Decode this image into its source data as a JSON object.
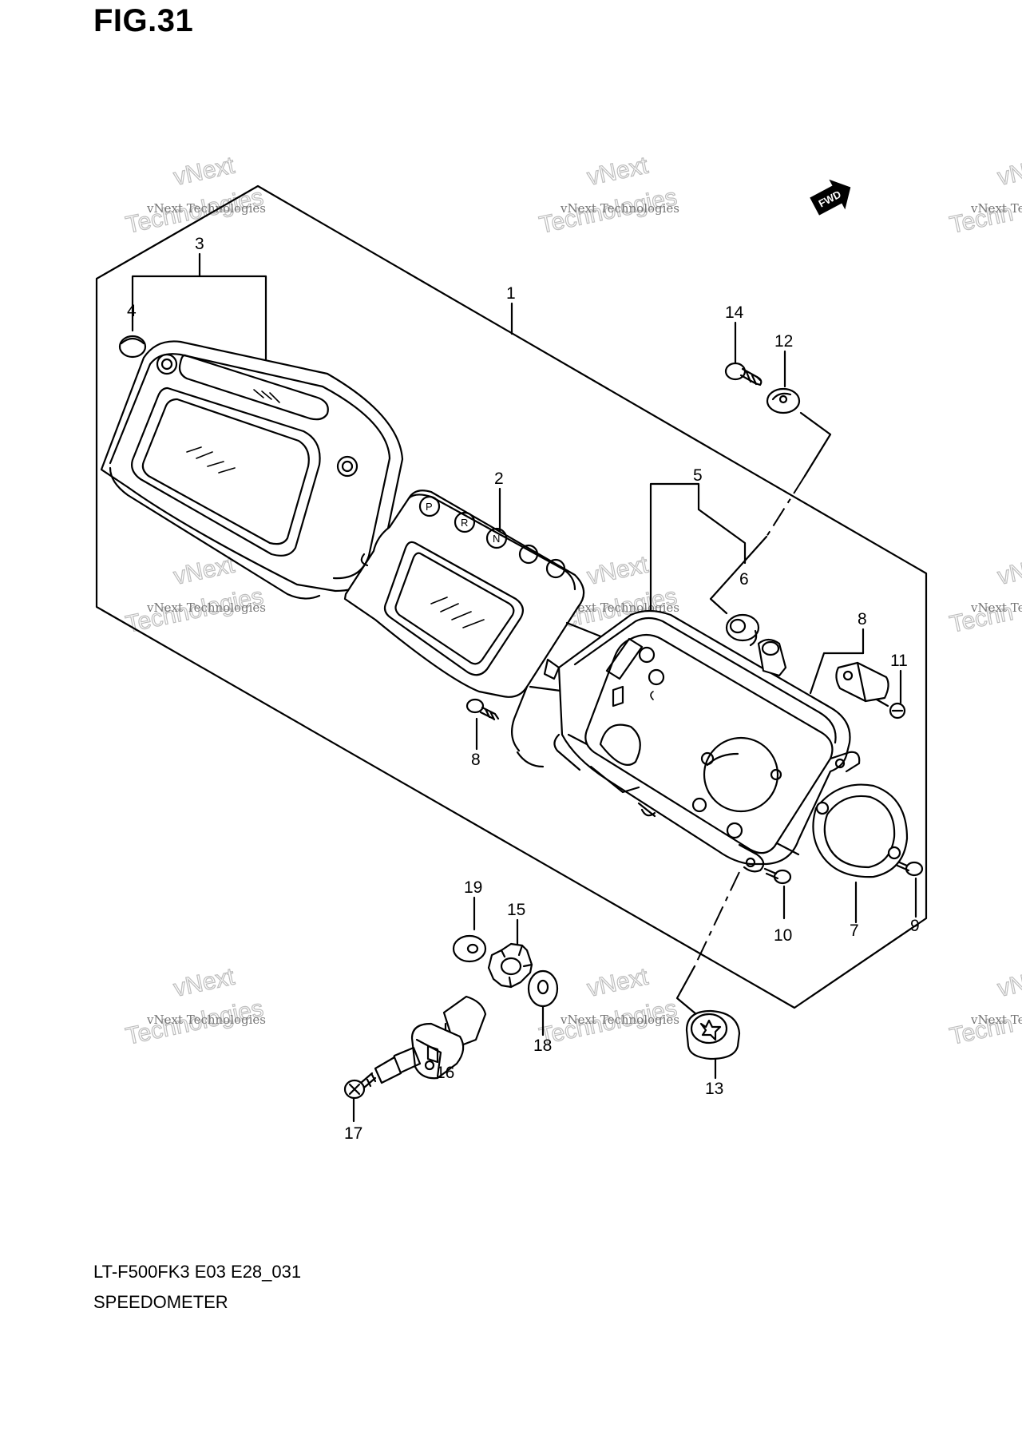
{
  "figure": {
    "title": "FIG.31",
    "model_code": "LT-F500FK3 E03 E28_031",
    "name": "SPEEDOMETER"
  },
  "direction_badge": "FWD",
  "watermark": {
    "line1": "vNext Technologies",
    "line2": "vNext",
    "line3": "Technologies",
    "edge_line1": "vNext Te",
    "edge_line2": "vNe",
    "edge_line3": "Techn"
  },
  "callouts": {
    "c1": "1",
    "c2": "2",
    "c3": "3",
    "c4": "4",
    "c5": "5",
    "c6": "6",
    "c7": "7",
    "c8a": "8",
    "c8b": "8",
    "c9": "9",
    "c10": "10",
    "c11": "11",
    "c12": "12",
    "c13": "13",
    "c14": "14",
    "c15": "15",
    "c16": "16",
    "c17": "17",
    "c18": "18",
    "c19": "19"
  }
}
